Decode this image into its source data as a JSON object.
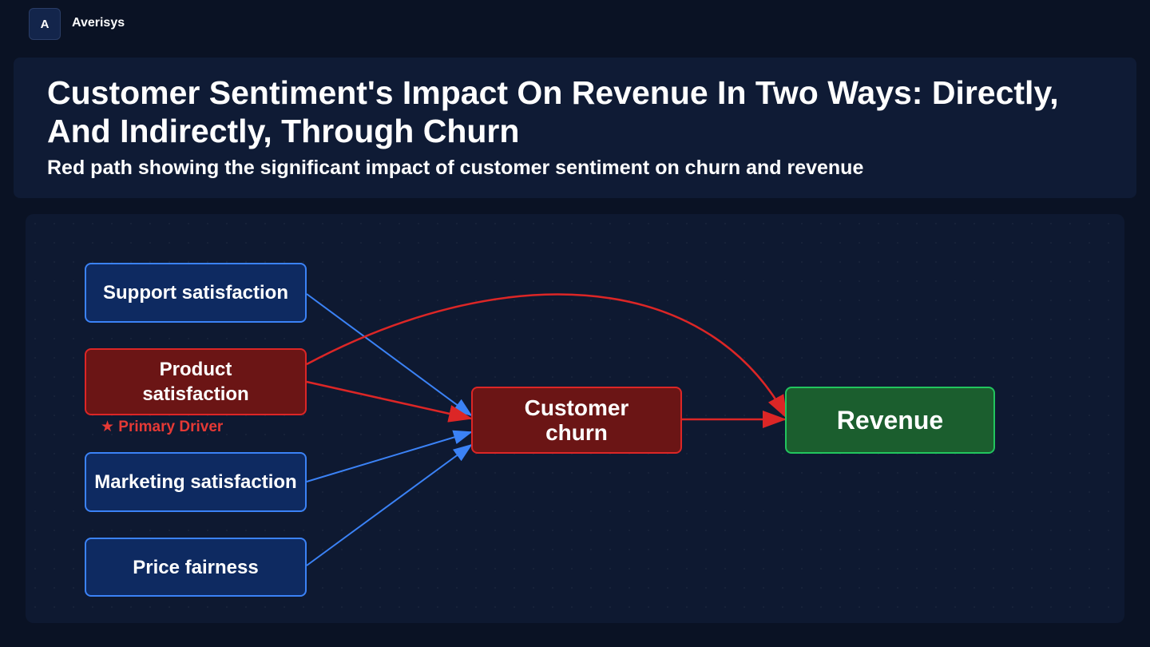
{
  "app": {
    "logo_letter": "A",
    "brand_name": "Averisys"
  },
  "header": {
    "title": "Customer Sentiment's Impact On Revenue In Two Ways: Directly, And Indirectly, Through Churn",
    "subtitle": "Red path showing the significant impact of customer sentiment on churn and revenue"
  },
  "diagram": {
    "nodes": {
      "support": "Support satisfaction",
      "product": "Product satisfaction",
      "marketing": "Marketing satisfaction",
      "price": "Price fairness",
      "churn": "Customer churn",
      "revenue": "Revenue"
    },
    "primary_driver_label": "★ Primary Driver",
    "edges": [
      {
        "from": "Support satisfaction",
        "to": "Customer churn",
        "color": "#3b82f6"
      },
      {
        "from": "Product satisfaction",
        "to": "Customer churn",
        "color": "#dc2626"
      },
      {
        "from": "Marketing satisfaction",
        "to": "Customer churn",
        "color": "#3b82f6"
      },
      {
        "from": "Price fairness",
        "to": "Customer churn",
        "color": "#3b82f6"
      },
      {
        "from": "Product satisfaction",
        "to": "Revenue",
        "color": "#dc2626"
      },
      {
        "from": "Customer churn",
        "to": "Revenue",
        "color": "#dc2626"
      }
    ],
    "colors": {
      "blue_edge": "#3b82f6",
      "red_edge": "#dc2626",
      "blue_node": "#0e2a61",
      "red_node": "#6b1515",
      "green_node": "#1b5e2e"
    }
  }
}
